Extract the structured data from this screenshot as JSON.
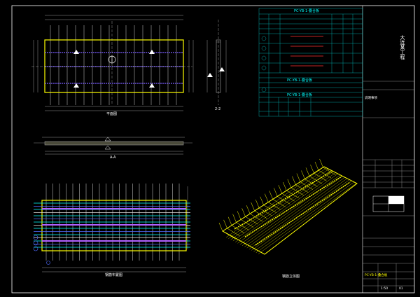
{
  "view_labels": {
    "plan": "平面图",
    "section_aa": "A-A",
    "section_22": "2-2",
    "rebar_plan": "钢筋布置图",
    "axon": "钢筋立体图"
  },
  "title_block": {
    "vertical_title": "大连某工程",
    "drawing_title": "PC-YB-1-叠合板",
    "scale": "1:50",
    "sheet": "01"
  },
  "table": {
    "header": "PC-YB-1-叠合板",
    "section2": "PC-YB-1-叠合板",
    "section3": "PC-YB-1-叠合板",
    "notes_label": "说明事项"
  },
  "colors": {
    "frame": "#ffffff",
    "plan_outline": "#ffff00",
    "rebar_cyan": "#00ffff",
    "rebar_blue": "#4f6bff",
    "rebar_magenta": "#b060ff",
    "grid_white": "#e0e0e0",
    "table_cyan": "#00c8c8",
    "red": "#ff3030",
    "green": "#40ff40"
  }
}
